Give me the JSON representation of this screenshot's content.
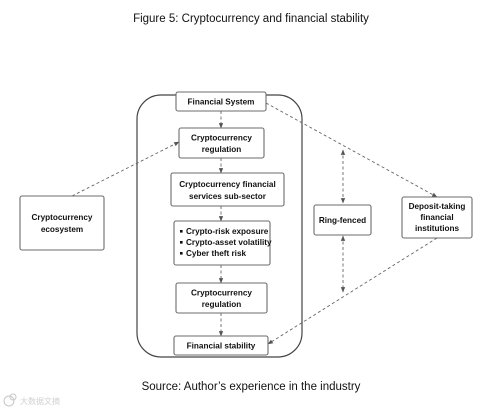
{
  "title": "Figure 5: Cryptocurrency and financial stability",
  "source": "Source: Author’s experience in the industry",
  "watermark": "大数据文摘",
  "nodes": {
    "financial_system": [
      "Financial System"
    ],
    "crypto_regulation_top": [
      "Cryptocurrency",
      "regulation"
    ],
    "financial_services": [
      "Cryptocurrency financial",
      "services sub-sector"
    ],
    "risks": [
      "Crypto-risk exposure",
      "Crypto-asset volatility",
      "Cyber theft risk"
    ],
    "crypto_regulation_bottom": [
      "Cryptocurrency",
      "regulation"
    ],
    "financial_stability": [
      "Financial stability"
    ],
    "ecosystem": [
      "Cryptocurrency",
      "ecosystem"
    ],
    "ring_fenced": [
      "Ring-fenced"
    ],
    "deposit_taking": [
      "Deposit-taking",
      "financial",
      "institutions"
    ]
  }
}
